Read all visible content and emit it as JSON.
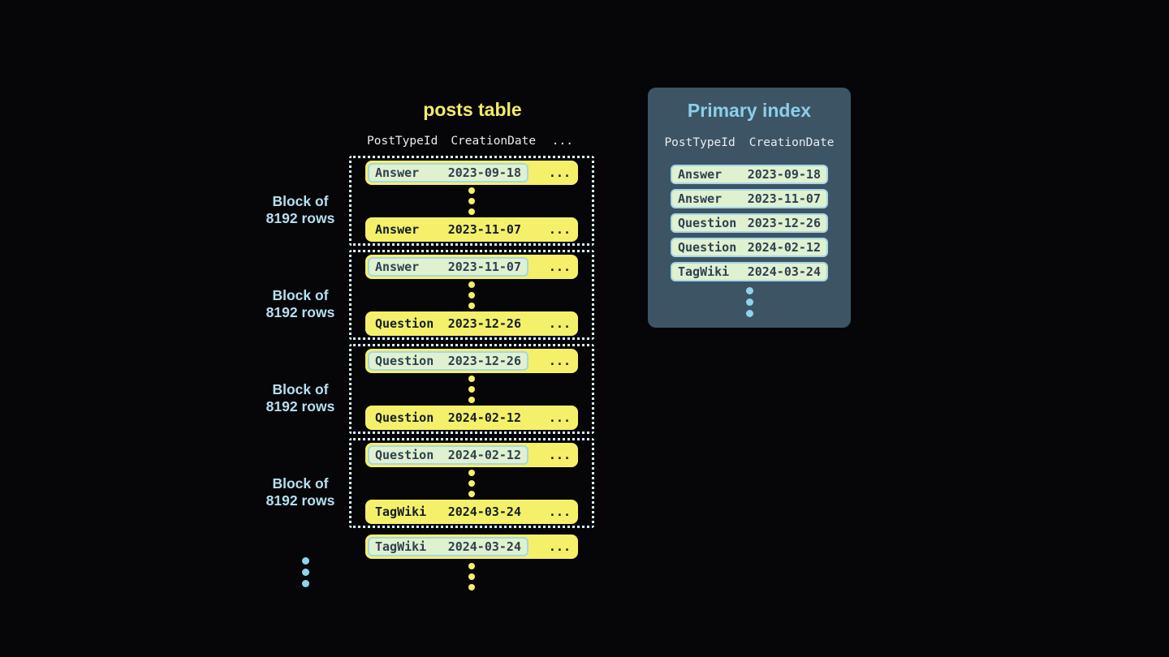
{
  "posts_table": {
    "title": "posts table",
    "columns": {
      "col1": "PostTypeId",
      "col2": "CreationDate",
      "col3": "..."
    },
    "row_ellipsis": "...",
    "block_label": {
      "line1": "Block of",
      "line2": "8192 rows"
    },
    "blocks": [
      {
        "first_row": {
          "post_type": "Answer",
          "creation_date": "2023-09-18"
        },
        "last_row": {
          "post_type": "Answer",
          "creation_date": "2023-11-07"
        }
      },
      {
        "first_row": {
          "post_type": "Answer",
          "creation_date": "2023-11-07"
        },
        "last_row": {
          "post_type": "Question",
          "creation_date": "2023-12-26"
        }
      },
      {
        "first_row": {
          "post_type": "Question",
          "creation_date": "2023-12-26"
        },
        "last_row": {
          "post_type": "Question",
          "creation_date": "2024-02-12"
        }
      },
      {
        "first_row": {
          "post_type": "Question",
          "creation_date": "2024-02-12"
        },
        "last_row": {
          "post_type": "TagWiki",
          "creation_date": "2024-03-24"
        }
      }
    ],
    "overflow_row": {
      "post_type": "TagWiki",
      "creation_date": "2024-03-24"
    }
  },
  "primary_index": {
    "title": "Primary index",
    "columns": {
      "col1": "PostTypeId",
      "col2": "CreationDate"
    },
    "rows": [
      {
        "post_type": "Answer",
        "creation_date": "2023-09-18"
      },
      {
        "post_type": "Answer",
        "creation_date": "2023-11-07"
      },
      {
        "post_type": "Question",
        "creation_date": "2023-12-26"
      },
      {
        "post_type": "Question",
        "creation_date": "2024-02-12"
      },
      {
        "post_type": "TagWiki",
        "creation_date": "2024-03-24"
      }
    ]
  },
  "colors": {
    "background": "#060608",
    "row_yellow": "#f5f06a",
    "highlight_mint": "#e0f1d0",
    "highlight_border": "#a5d7e7",
    "dark_text": "#1c2836",
    "panel_background": "#3d5464",
    "panel_title_blue": "#8bcfe9",
    "label_blue": "#b6dff0",
    "header_text": "#e9ecee",
    "dotted_border": "#d8eef8",
    "dot_blue": "#8ed4ec"
  }
}
